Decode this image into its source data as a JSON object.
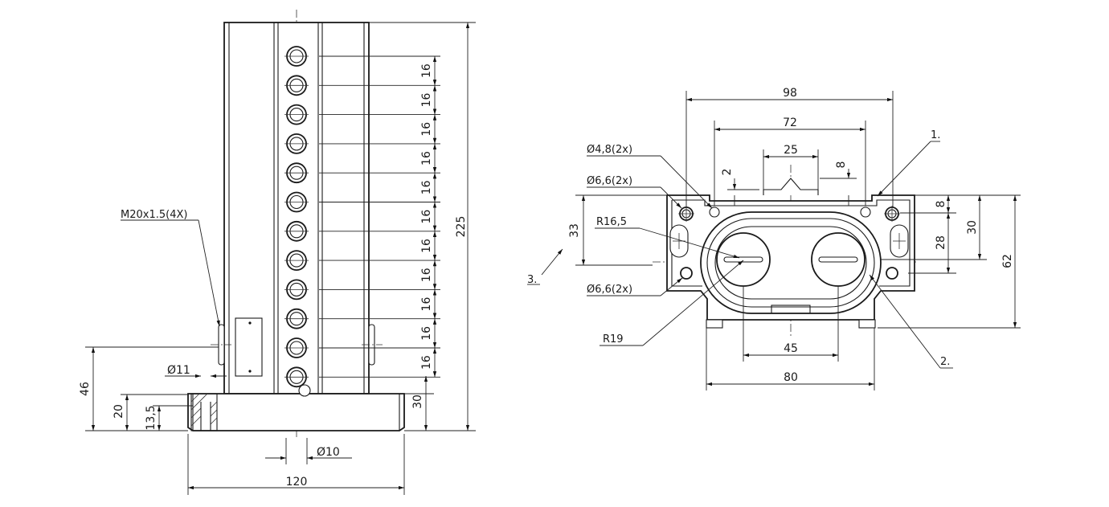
{
  "side_view": {
    "pitch_labels": [
      "16",
      "16",
      "16",
      "16",
      "16",
      "16",
      "16",
      "16",
      "16",
      "16",
      "16"
    ],
    "total_height": "225",
    "base_height": "30",
    "height_46": "46",
    "height_20": "20",
    "height_13_5": "13,5",
    "thread_callout": "M20x1.5(4X)",
    "dia_11": "Ø11",
    "dia_10": "Ø10",
    "width_120": "120"
  },
  "top_view": {
    "w98": "98",
    "w72": "72",
    "w25": "25",
    "d2": "2",
    "d8_top": "8",
    "hole_48": "Ø4,8(2x)",
    "hole_66_top": "Ø6,6(2x)",
    "r165": "R16,5",
    "d33": "33",
    "hole_66_bottom": "Ø6,6(2x)",
    "r19": "R19",
    "callout_1": "1.",
    "callout_2": "2.",
    "callout_3": "3.",
    "h8_right": "8",
    "h28": "28",
    "h30": "30",
    "h62": "62",
    "w45": "45",
    "w80": "80"
  }
}
